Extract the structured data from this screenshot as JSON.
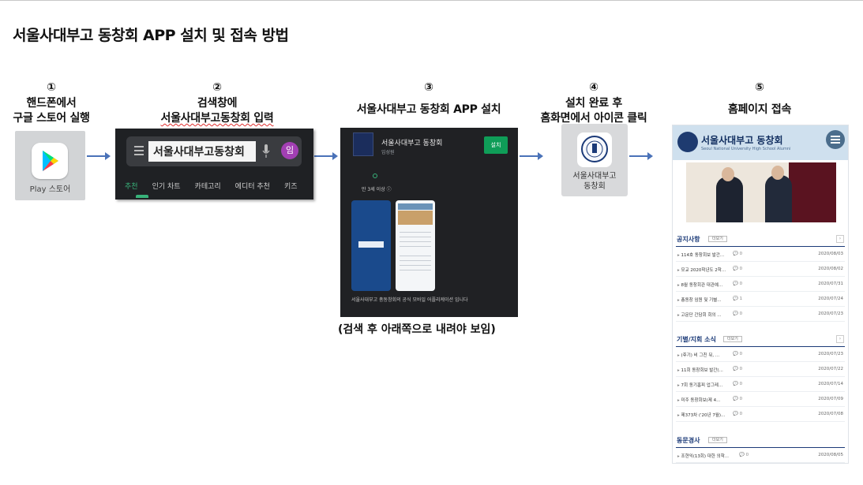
{
  "title": "서울사대부고 동창회 APP 설치 및 접속 방법",
  "steps": [
    {
      "num": "①",
      "label1": "핸드폰에서",
      "label2": "구글 스토어 실행"
    },
    {
      "num": "②",
      "label1": "검색창에",
      "label2": "서울사대부고동창회 입력"
    },
    {
      "num": "③",
      "label1": "서울사대부고 동창회 APP 설치"
    },
    {
      "num": "④",
      "label1": "설치 완료 후",
      "label2": "홈화면에서 아이콘 클릭"
    },
    {
      "num": "⑤",
      "label1": "홈페이지 접속"
    }
  ],
  "play_store": {
    "label": "Play 스토어",
    "icon": "google-play-icon"
  },
  "search": {
    "query": "서울사대부고동창회",
    "avatar_initial": "임",
    "tabs": [
      "추천",
      "인기 차트",
      "카테고리",
      "에디터 추천",
      "키즈"
    ],
    "active_tab": 0,
    "accent": "#38b27a"
  },
  "app_page": {
    "name": "서울사대부고 동창회",
    "developer": "임성원",
    "install_label": "설치",
    "rating": "만 3세 이상 ⓘ",
    "description": "서울사대부고 총동창회의 공식 모바일 어플리케이션 입니다"
  },
  "note": "(검색 후 아래쪽으로 내려야 보임)",
  "home_icon": {
    "label1": "서울사대부고",
    "label2": "동창회"
  },
  "homepage": {
    "title": "서울사대부고 동창회",
    "subtitle": "Seoul National University High School Alumni",
    "sections": [
      {
        "name": "공지사항",
        "more": "더보기",
        "rows": [
          {
            "title": "114호 동창회보 발간...",
            "count": "0",
            "date": "2020/08/03"
          },
          {
            "title": "모교 2020학년도 2학...",
            "count": "0",
            "date": "2020/08/02"
          },
          {
            "title": "8월 동창회관 대관예...",
            "count": "0",
            "date": "2020/07/31"
          },
          {
            "title": "총동창 임원 및 기별...",
            "count": "1",
            "date": "2020/07/24"
          },
          {
            "title": "고문단 간담회 회의 ...",
            "count": "0",
            "date": "2020/07/23"
          }
        ]
      },
      {
        "name": "기별/지회 소식",
        "more": "더보기",
        "rows": [
          {
            "title": "(후기) 비 그친 뒤, ...",
            "count": "0",
            "date": "2020/07/23"
          },
          {
            "title": "11회 동창회보 발간(...",
            "count": "0",
            "date": "2020/07/22"
          },
          {
            "title": "7회 동기홈피 업그레...",
            "count": "0",
            "date": "2020/07/14"
          },
          {
            "title": "미주 동창회보(제 4...",
            "count": "0",
            "date": "2020/07/09"
          },
          {
            "title": "제373차 ('20년 7월)...",
            "count": "0",
            "date": "2020/07/08"
          }
        ]
      },
      {
        "name": "동문경사",
        "more": "더보기",
        "rows": [
          {
            "title": "조현익(13회) 대한 의학...",
            "count": "0",
            "date": "2020/08/05"
          }
        ]
      }
    ]
  }
}
